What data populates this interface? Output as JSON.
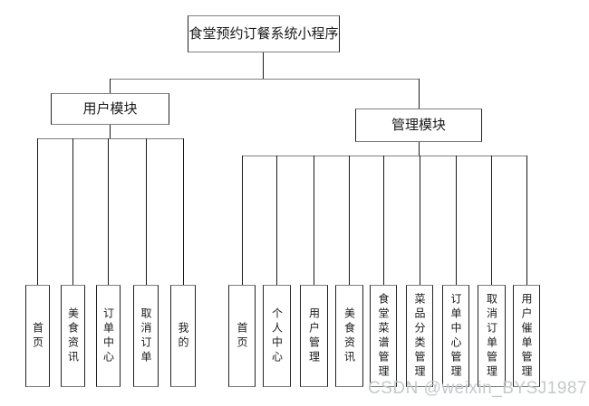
{
  "root_label": "食堂预约订餐系统小程序",
  "modules": {
    "user": {
      "label": "用户模块",
      "children": [
        "首页",
        "美食资讯",
        "订单中心",
        "取消订单",
        "我的"
      ]
    },
    "admin": {
      "label": "管理模块",
      "children": [
        "首页",
        "个人中心",
        "用户管理",
        "美食资讯",
        "食堂菜谱管理",
        "菜品分类管理",
        "订单中心管理",
        "取消订单管理",
        "用户催单管理"
      ]
    }
  },
  "watermark_text": "CSDN @weixin_BYSJ1987",
  "colors": {
    "background": "#ffffff",
    "box_border_dark": "#222222",
    "box_border_light": "#7f7f7f",
    "text": "#1a1a1a",
    "watermark": "#c5c8cb"
  }
}
